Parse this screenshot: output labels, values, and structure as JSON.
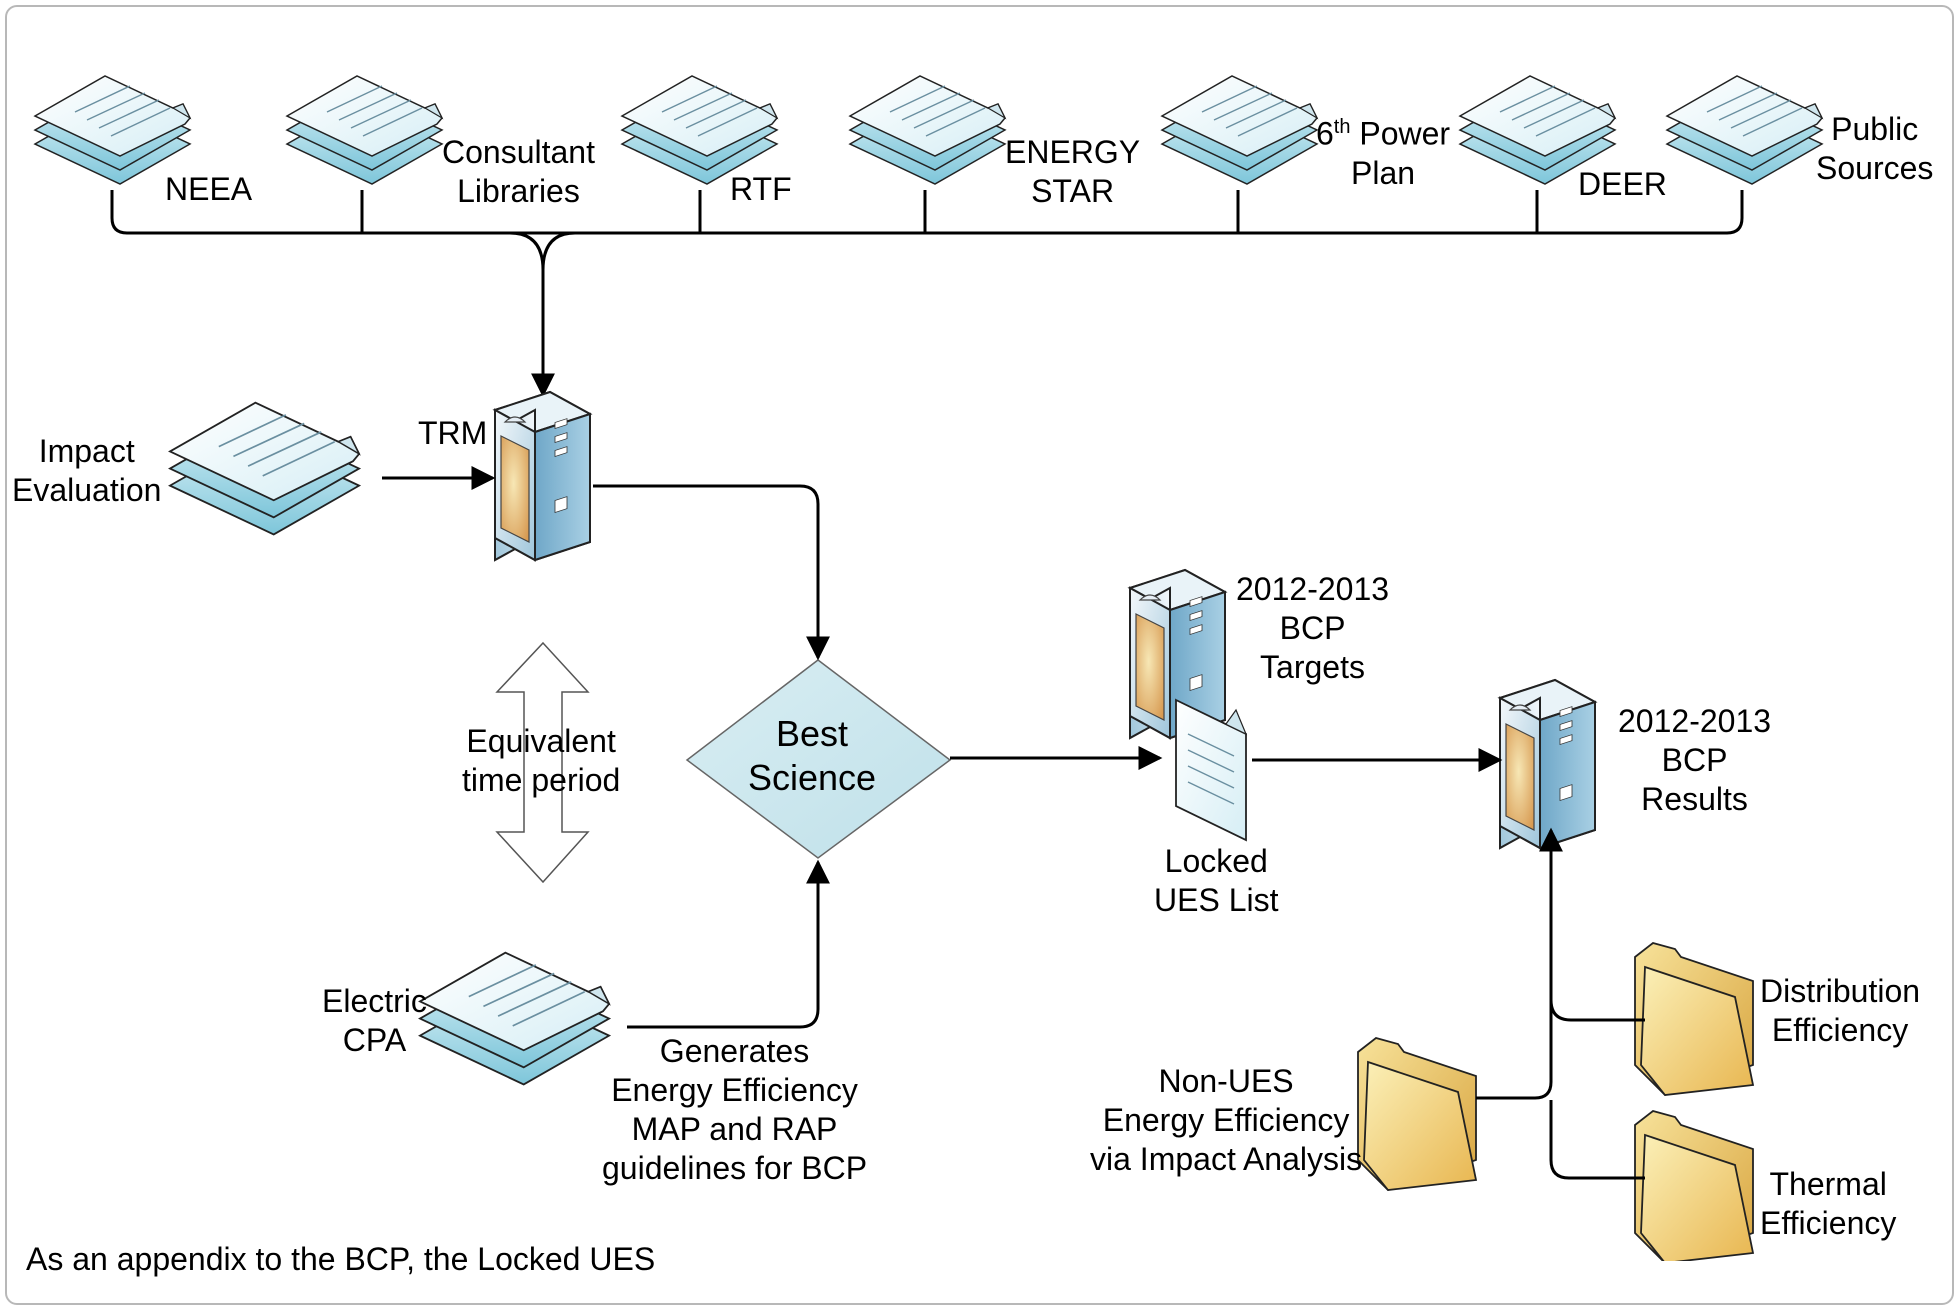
{
  "sources": {
    "neea": "NEEA",
    "consultant_libraries": "Consultant\nLibraries",
    "rtf": "RTF",
    "energy_star": "ENERGY\nSTAR",
    "sixth_power_plan_prefix": "6",
    "sixth_power_plan_sup": "th",
    "sixth_power_plan_rest": " Power",
    "sixth_power_plan_line2": "Plan",
    "deer": "DEER",
    "public_sources": "Public\nSources"
  },
  "nodes": {
    "trm": "TRM",
    "impact_evaluation": "Impact\nEvaluation",
    "equivalent_time_period": "Equivalent\ntime period",
    "best_science": "Best\nScience",
    "electric_cpa": "Electric\nCPA",
    "generates": "Generates\nEnergy Efficiency\nMAP and RAP\nguidelines for BCP",
    "bcp_targets": "2012-2013\nBCP\nTargets",
    "locked_ues_list": "Locked\nUES List",
    "bcp_results": "2012-2013\nBCP\nResults",
    "non_ues": "Non-UES\nEnergy Efficiency\nvia Impact Analysis",
    "distribution_efficiency": "Distribution\nEfficiency",
    "thermal_efficiency": "Thermal\nEfficiency"
  },
  "footnote": "As an appendix to the BCP, the Locked UES",
  "colors": {
    "connector": "#000000",
    "document_fill": "#e8f5f8",
    "document_stack_fill": "#9fd8e6",
    "diamond_fill": "#cfe9ef",
    "folder_fill": "#f2d27a",
    "server_fill": "#8fbfd6"
  }
}
